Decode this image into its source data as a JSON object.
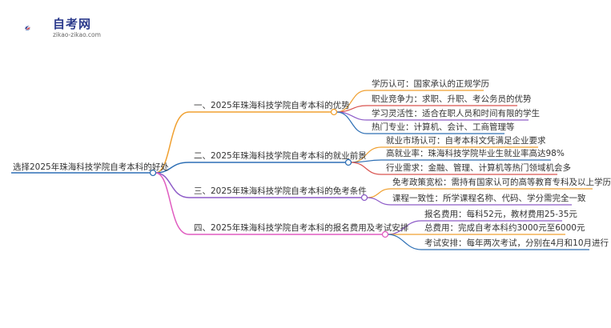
{
  "site": {
    "name": "自考网",
    "url": "zikao-zikao.com"
  },
  "colors": {
    "orange": "#f0a030",
    "blue": "#2d6fb5",
    "red": "#d9534f",
    "purple": "#8e5cc8",
    "pink": "#e05cc0",
    "root": "#2d6fb5"
  },
  "root": "选择2025年珠海科技学院自考本科的好处",
  "branches": [
    {
      "label": "一、2025年珠海科技学院自考本科的优势",
      "children": [
        "学历认可：国家承认的正规学历",
        "职业竞争力：求职、升职、考公务员的优势",
        "学习灵活性：适合在职人员和时间有限的学生",
        "热门专业：计算机、会计、工商管理等"
      ]
    },
    {
      "label": "二、2025年珠海科技学院自考本科的就业前景",
      "children": [
        "就业市场认可：自考本科文凭满足企业要求",
        "高就业率：珠海科技学院毕业生就业率高达98%",
        "行业需求：金融、管理、计算机等热门领域机会多"
      ]
    },
    {
      "label": "三、2025年珠海科技学院自考本科的免考条件",
      "children": [
        "免考政策宽松：需持有国家认可的高等教育专科及以上学历",
        "课程一致性：所学课程名称、代码、学分需完全一致"
      ]
    },
    {
      "label": "四、2025年珠海科技学院自考本科的报名费用及考试安排",
      "children": [
        "报名费用：每科52元，教材费用25-35元",
        "总费用：完成自考本科约3000元至6000元",
        "考试安排：每年两次考试，分别在4月和10月进行"
      ]
    }
  ]
}
